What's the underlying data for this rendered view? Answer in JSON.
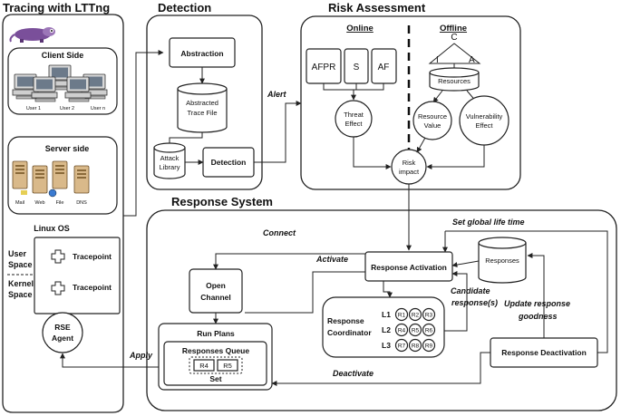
{
  "tracing": {
    "title": "Tracing with LTTng",
    "client_side": "Client Side",
    "users": [
      "User 1",
      "User 2",
      "User n"
    ],
    "server_side": "Server side",
    "servers": [
      "Mail",
      "Web",
      "File",
      "DNS"
    ],
    "linux_os": "Linux OS",
    "user_space": [
      "User",
      "Space"
    ],
    "kernel_space": [
      "Kernel",
      "Space"
    ],
    "tracepoint": "Tracepoint",
    "rse_agent": [
      "RSE",
      "Agent"
    ]
  },
  "detection": {
    "title": "Detection",
    "abstraction": "Abstraction",
    "abstracted_trace_file": [
      "Abstracted",
      "Trace File"
    ],
    "attack_library": [
      "Attack",
      "Library"
    ],
    "detection_box": "Detection"
  },
  "risk": {
    "title": "Risk Assessment",
    "online": "Online",
    "offline": "Offline",
    "afpr": "AFPR",
    "s": "S",
    "af": "AF",
    "threat_effect": [
      "Threat",
      "Effect"
    ],
    "c": "C",
    "i": "I",
    "a": "A",
    "resources": "Resources",
    "resource_value": [
      "Resource",
      "Value"
    ],
    "vulnerability_effect": [
      "Vulnerability",
      "Effect"
    ],
    "risk_impact": [
      "Risk",
      "impact"
    ]
  },
  "response": {
    "title": "Response System",
    "response_activation": "Response Activation",
    "responses": "Responses",
    "open_channel": [
      "Open",
      "Channel"
    ],
    "run_plans": "Run Plans",
    "responses_queue": "Responses Queue",
    "queue_items": [
      "R4",
      "R5"
    ],
    "set": "Set",
    "coordinator": [
      "Response",
      "Coordinator"
    ],
    "levels": [
      "L1",
      "L2",
      "L3"
    ],
    "rows": [
      [
        "R1",
        "R2",
        "R3"
      ],
      [
        "R4",
        "R5",
        "R6"
      ],
      [
        "R7",
        "R8",
        "R9"
      ]
    ],
    "deactivation": "Response Deactivation"
  },
  "edges": {
    "alert": "Alert",
    "connect": "Connect",
    "activate": "Activate",
    "set_global_life_time": "Set global life time",
    "candidate": [
      "Candidate",
      "response(s)"
    ],
    "update": [
      "Update response",
      "goodness"
    ],
    "apply": "Apply",
    "deactivate": "Deactivate"
  },
  "colors": {
    "outline": "#222222",
    "mascot": "#7a4f9a"
  }
}
